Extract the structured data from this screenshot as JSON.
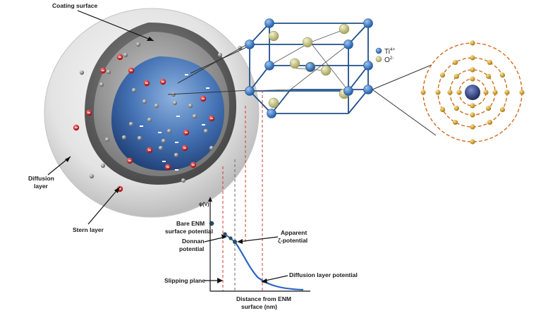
{
  "labels": {
    "coating_surface": "Coating surface",
    "diffusion_layer_line1": "Diffusion",
    "diffusion_layer_line2": "layer",
    "stern_layer": "Stern layer",
    "bare_enm_line1": "Bare ENM",
    "bare_enm_line2": "surface potential",
    "donnan_line1": "Donnan",
    "donnan_line2": "potential",
    "apparent_line1": "Apparent",
    "apparent_line2": "ζ-potential",
    "slipping_plane": "Slipping plane",
    "diffusion_layer_potential": "Diffusion layer potential",
    "distance_line1": "Distance from ENM",
    "distance_line2": "surface (nm)",
    "y_axis_label": "ψ(V)"
  },
  "legend": {
    "ti_base": "Ti",
    "ti_sup": "4+",
    "o_base": "O",
    "o_sup": "2-"
  },
  "colors": {
    "ti_atom": "#2f6fb8",
    "o_atom": "#c8c784",
    "lattice_line": "#1f4f8a",
    "dashed_red": "#d43a2a",
    "potential_curve": "#2a63c4",
    "orbit_dash": "#d2691e",
    "electron": "#c99a1c",
    "nucleus": "#2c3d7a"
  }
}
